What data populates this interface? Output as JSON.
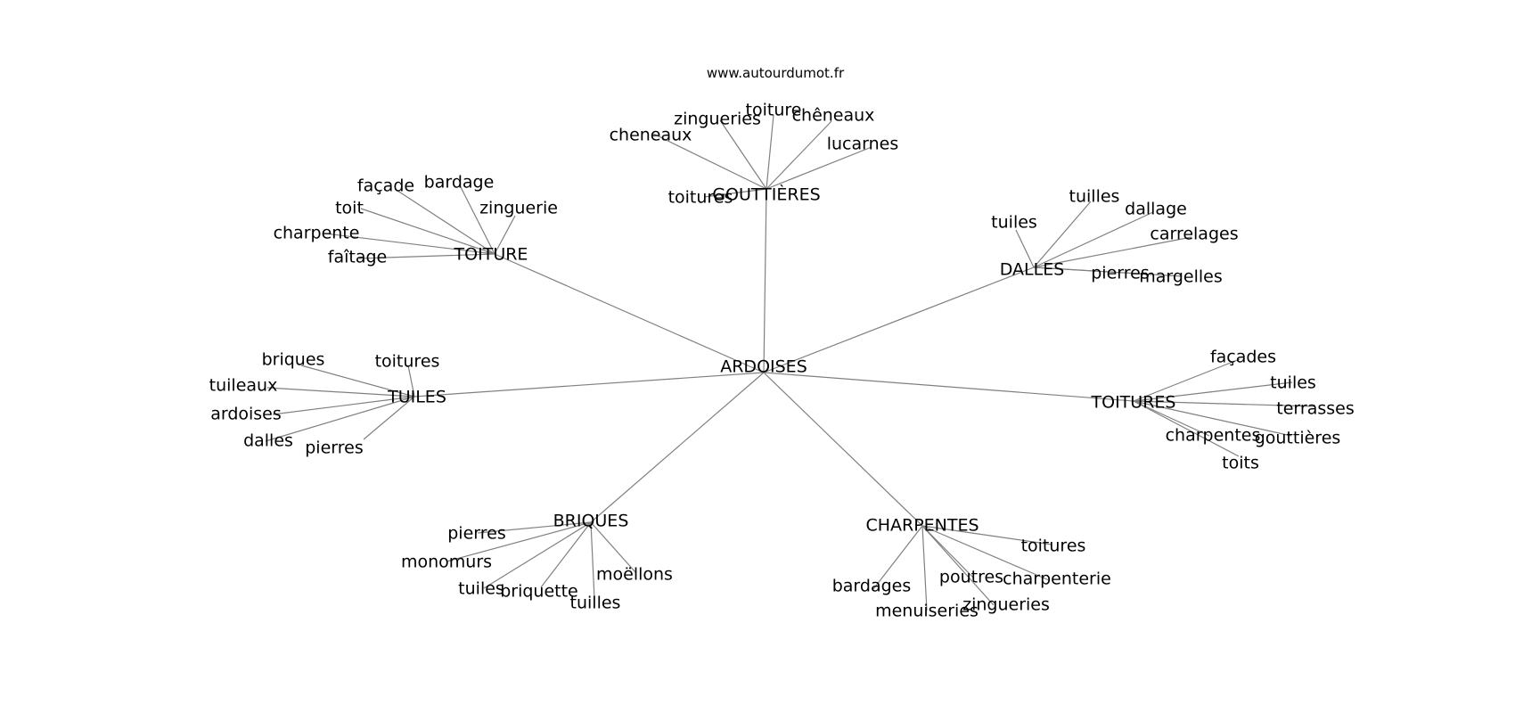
{
  "source_credit": "www.autourdumot.fr",
  "colors": {
    "edge": "#808080",
    "text": "#000000",
    "background": "#ffffff"
  },
  "graph": {
    "center": "ARDOISES",
    "branches": [
      {
        "label": "GOUTTIÈRES",
        "leaves": [
          "cheneaux",
          "zingueries",
          "toiture",
          "chêneaux",
          "lucarnes",
          "toitures"
        ]
      },
      {
        "label": "TOITURE",
        "leaves": [
          "façade",
          "bardage",
          "zinguerie",
          "toit",
          "charpente",
          "faîtage"
        ]
      },
      {
        "label": "DALLES",
        "leaves": [
          "tuiles",
          "tuilles",
          "dallage",
          "carrelages",
          "pierres",
          "margelles"
        ]
      },
      {
        "label": "TUILES",
        "leaves": [
          "briques",
          "toitures",
          "tuileaux",
          "ardoises",
          "dalles",
          "pierres"
        ]
      },
      {
        "label": "TOITURES",
        "leaves": [
          "façades",
          "tuiles",
          "terrasses",
          "charpentes",
          "gouttières",
          "toits"
        ]
      },
      {
        "label": "BRIQUES",
        "leaves": [
          "pierres",
          "monomurs",
          "tuiles",
          "briquette",
          "tuilles",
          "moëllons"
        ]
      },
      {
        "label": "CHARPENTES",
        "leaves": [
          "toitures",
          "charpenterie",
          "poutres",
          "zingueries",
          "menuiseries",
          "bardages"
        ]
      }
    ]
  }
}
